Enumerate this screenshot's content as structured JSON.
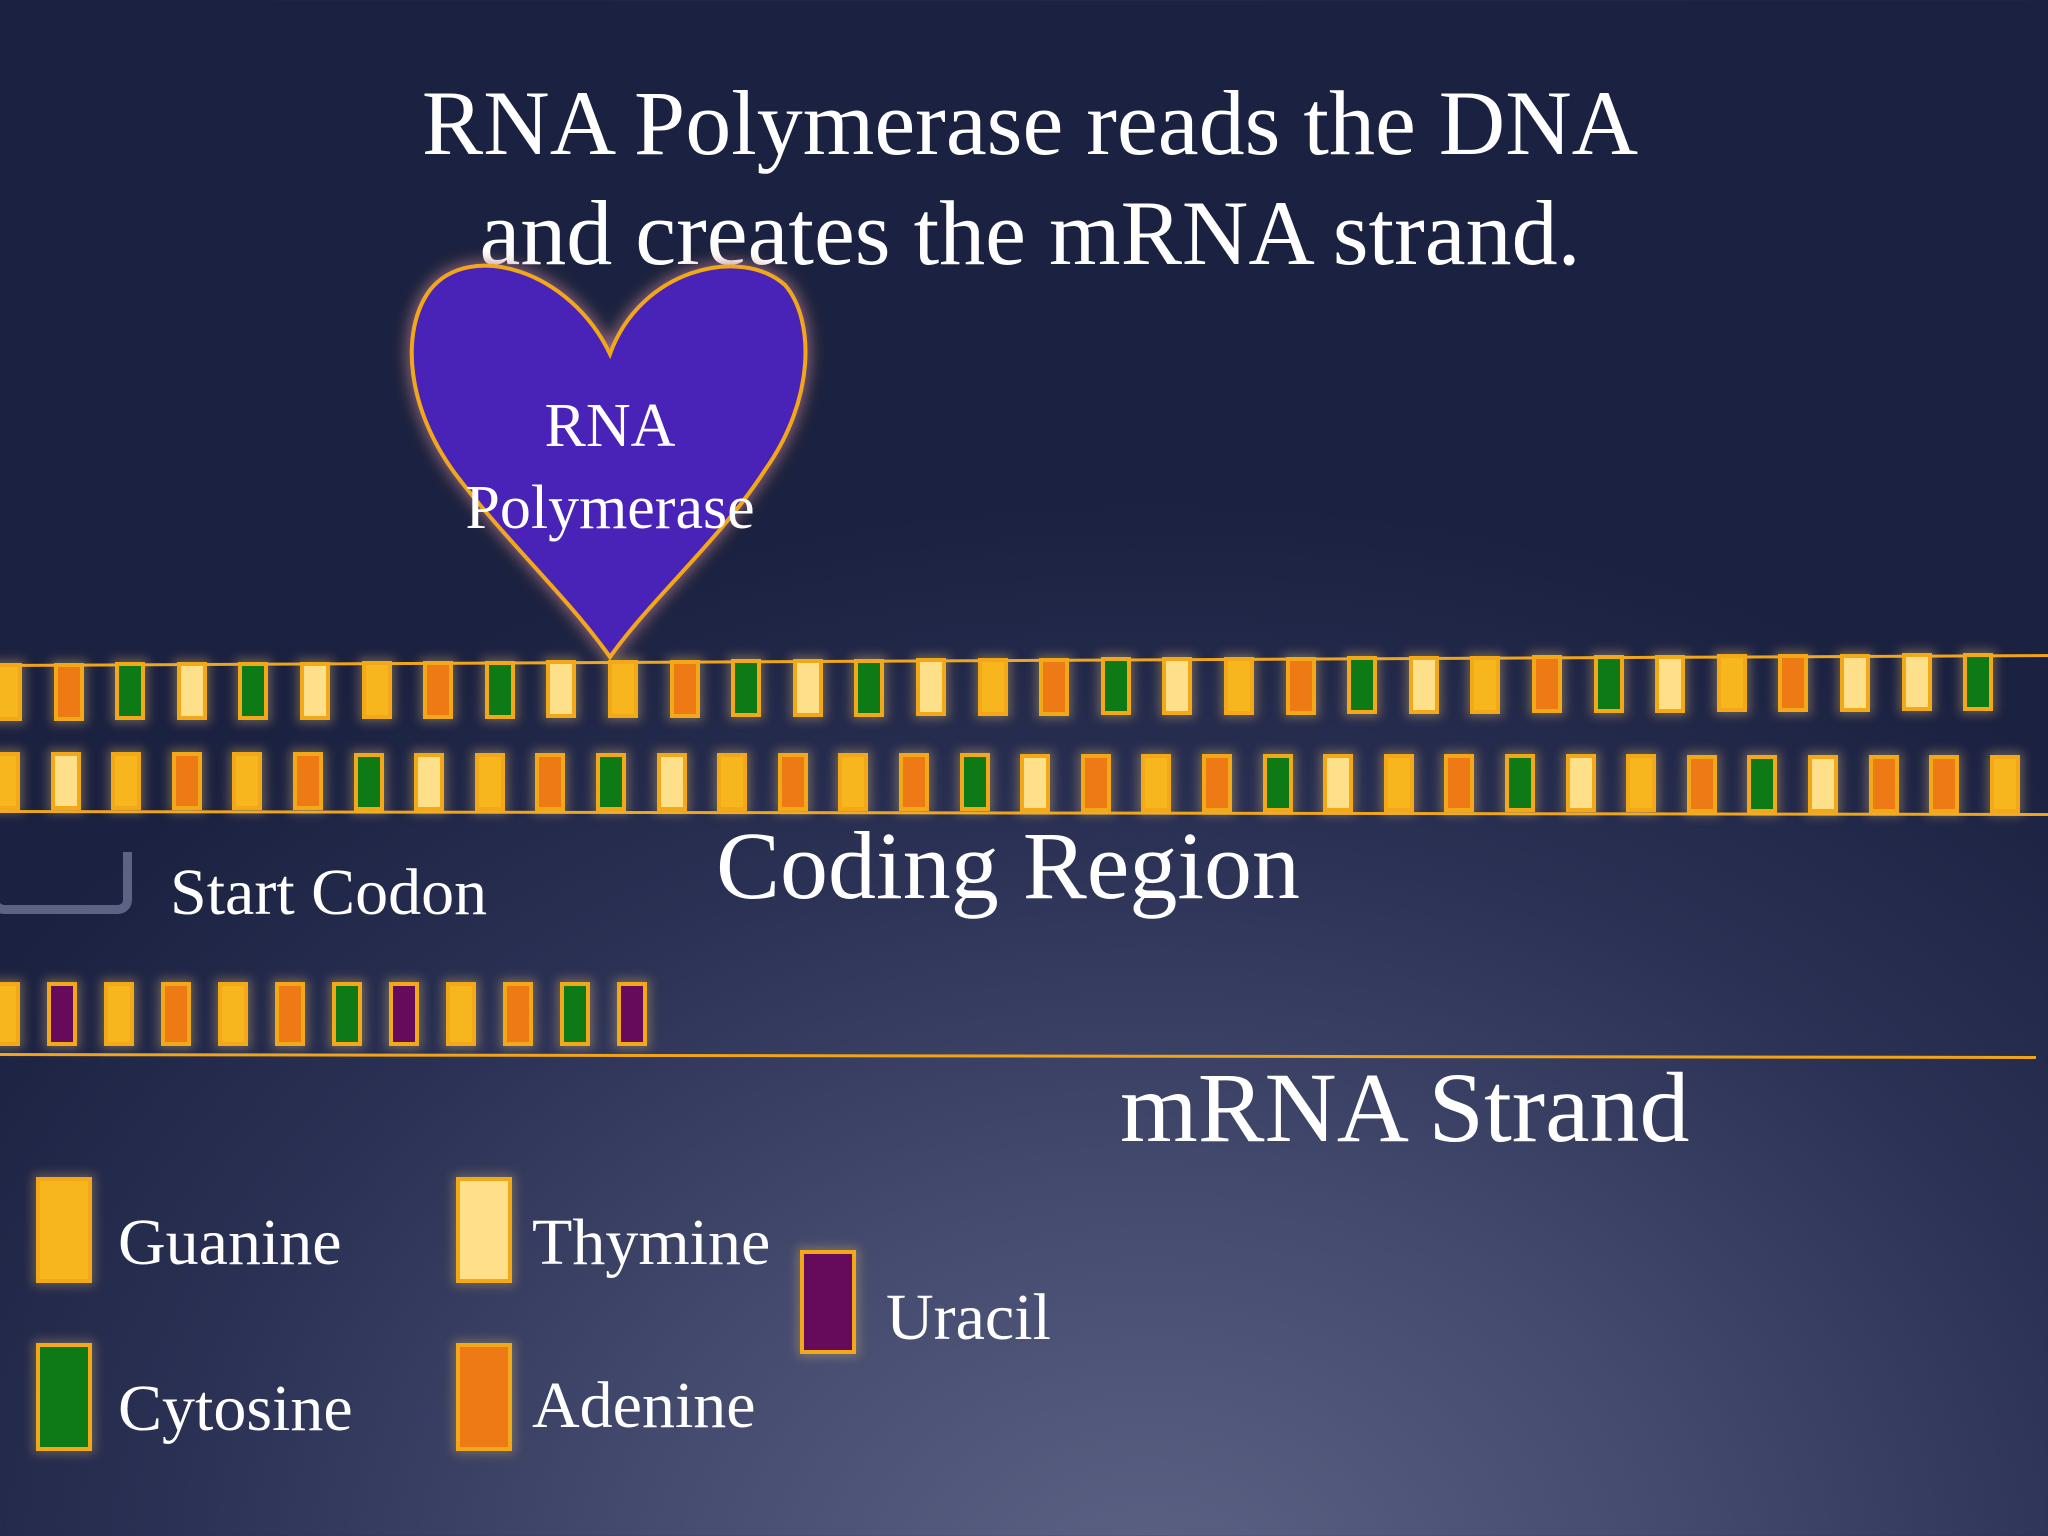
{
  "title": {
    "line1": "RNA Polymerase reads the DNA",
    "line2": "and creates the mRNA strand."
  },
  "enzyme": {
    "line1": "RNA",
    "line2": "Polymerase"
  },
  "labels": {
    "start_codon": "Start Codon",
    "coding_region": "Coding Region",
    "mrna_strand": "mRNA Strand"
  },
  "legend": [
    {
      "name": "Guanine",
      "color": "#f7b51e"
    },
    {
      "name": "Thymine",
      "color": "#ffe08a"
    },
    {
      "name": "Uracil",
      "color": "#660a5c"
    },
    {
      "name": "Cytosine",
      "color": "#0e7a16"
    },
    {
      "name": "Adenine",
      "color": "#ee7a16"
    }
  ],
  "dna_top_strand": [
    "G",
    "A",
    "C",
    "T",
    "C",
    "T",
    "G",
    "A",
    "C",
    "T",
    "G",
    "A",
    "C",
    "T",
    "C",
    "T",
    "G",
    "A",
    "C",
    "T",
    "G",
    "A",
    "C",
    "T",
    "G",
    "A",
    "C",
    "T",
    "G",
    "A",
    "T",
    "T",
    "C"
  ],
  "dna_bottom_strand": [
    "G",
    "T",
    "G",
    "A",
    "G",
    "A",
    "C",
    "T",
    "G",
    "A",
    "C",
    "T",
    "G",
    "A",
    "G",
    "A",
    "C",
    "T",
    "A",
    "G",
    "A",
    "C",
    "T",
    "G",
    "A",
    "C",
    "T",
    "G",
    "A",
    "C",
    "T",
    "A",
    "A",
    "G"
  ],
  "mrna_strand": [
    "G",
    "U",
    "G",
    "A",
    "G",
    "A",
    "C",
    "U",
    "G",
    "A",
    "C",
    "U"
  ],
  "colors": {
    "G": "#f7b51e",
    "A": "#ee7a16",
    "C": "#0e7a16",
    "T": "#ffe08a",
    "U": "#660a5c",
    "heart_fill": "#4a22b8",
    "strand_line": "#f0a418"
  }
}
